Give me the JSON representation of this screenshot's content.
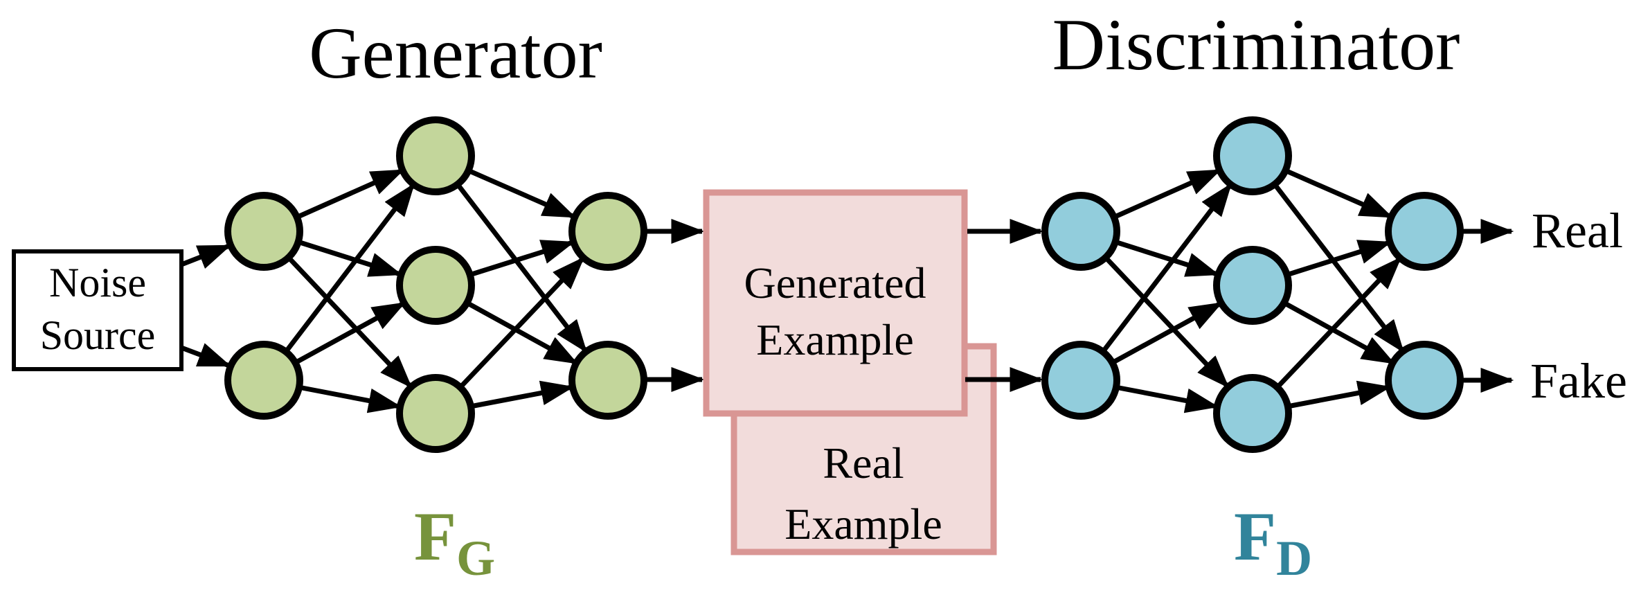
{
  "titles": {
    "generator": "Generator",
    "discriminator": "Discriminator"
  },
  "noise_source": {
    "line1": "Noise",
    "line2": "Source"
  },
  "generated_example": {
    "line1": "Generated",
    "line2": "Example"
  },
  "real_example": {
    "line1": "Real",
    "line2": "Example"
  },
  "function_labels": {
    "generator": {
      "main": "F",
      "sub": "G"
    },
    "discriminator": {
      "main": "F",
      "sub": "D"
    }
  },
  "outputs": {
    "real": "Real",
    "fake": "Fake"
  },
  "network_structure": {
    "generator_layers": [
      2,
      3,
      2
    ],
    "discriminator_layers": [
      2,
      3,
      2
    ]
  },
  "colors": {
    "node-green": "#C3D69B",
    "node-blue": "#92CDDC",
    "box-pink-fill": "#F2DCDB",
    "box-pink-border": "#D99694",
    "fg-color": "#77933C",
    "fd-color": "#31849B",
    "line-color": "#000000",
    "background": "#FFFFFF"
  }
}
